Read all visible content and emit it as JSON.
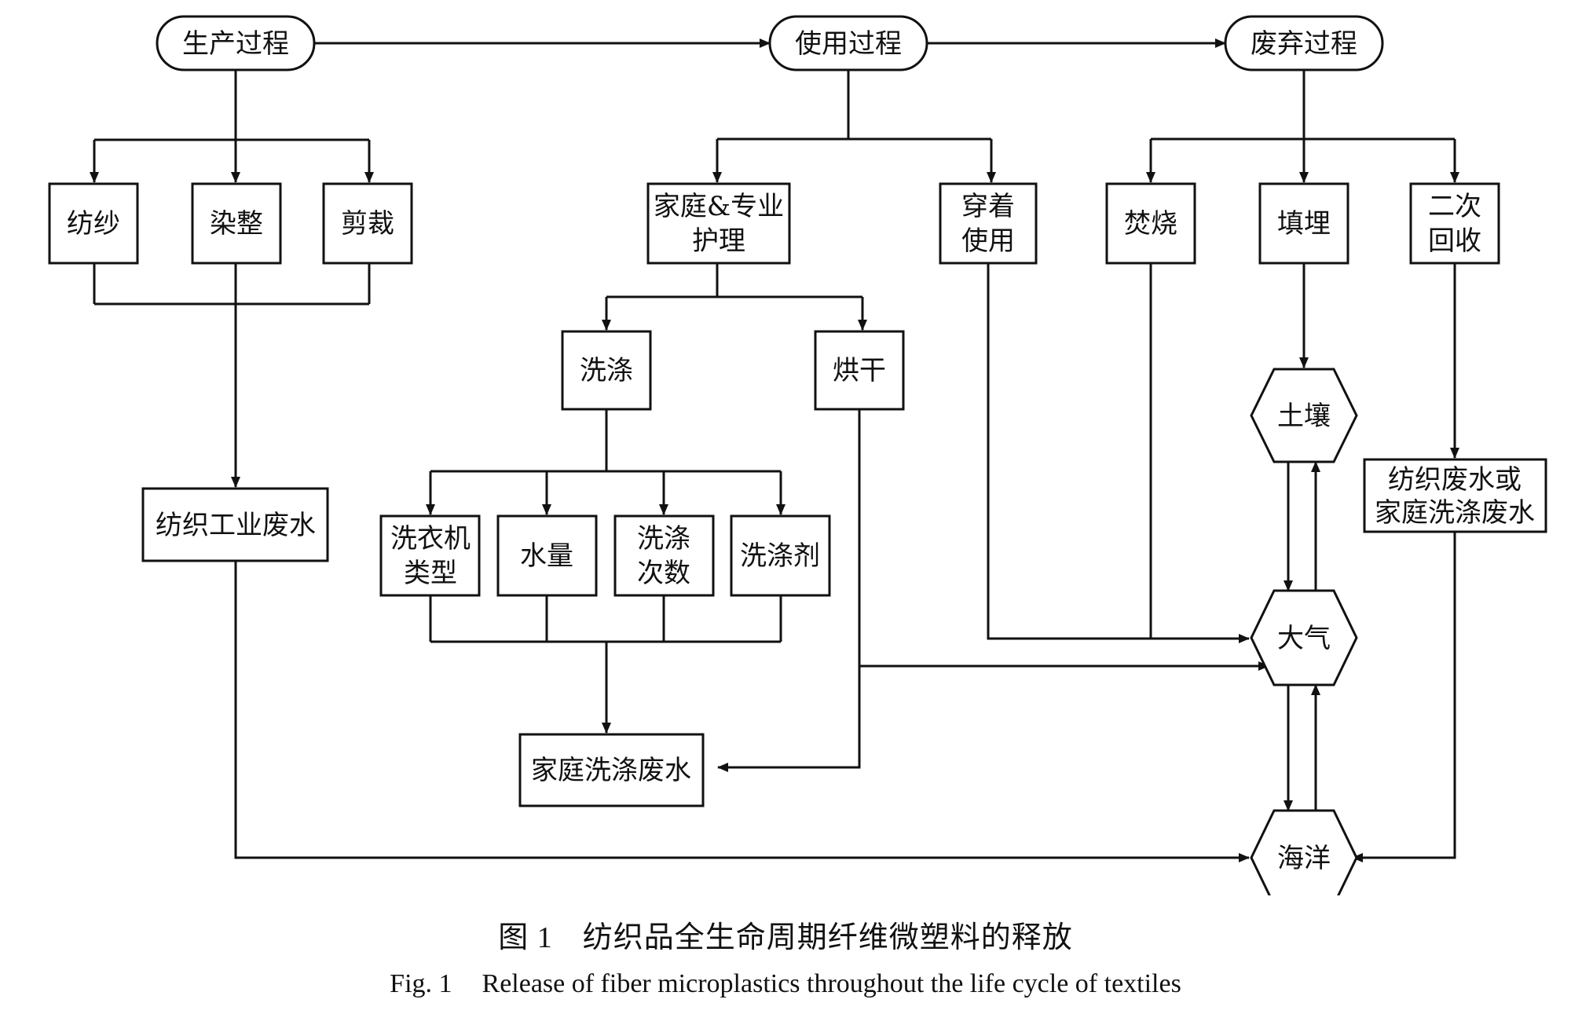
{
  "nodes": {
    "production": "生产过程",
    "usage": "使用过程",
    "disposal": "废弃过程",
    "spinning": "纺纱",
    "dyeing": "染整",
    "cutting": "剪裁",
    "care": [
      "家庭&专业",
      "护理"
    ],
    "wearing": [
      "穿着",
      "使用"
    ],
    "incineration": "焚烧",
    "landfill": "填埋",
    "recycling": [
      "二次",
      "回收"
    ],
    "washing": "洗涤",
    "drying": "烘干",
    "textile_wastewater": "纺织工业废水",
    "machine_type": [
      "洗衣机",
      "类型"
    ],
    "water_volume": "水量",
    "wash_count": [
      "洗涤",
      "次数"
    ],
    "detergent": "洗涤剂",
    "household_wastewater": "家庭洗涤废水",
    "soil": "土壤",
    "atmosphere": "大气",
    "ocean": "海洋",
    "textile_or_household_wastewater": [
      "纺织废水或",
      "家庭洗涤废水"
    ]
  },
  "caption": {
    "cn_label": "图 1",
    "cn_text": "纺织品全生命周期纤维微塑料的释放",
    "en_label": "Fig. 1",
    "en_text": "Release of fiber microplastics throughout the life cycle of textiles"
  }
}
